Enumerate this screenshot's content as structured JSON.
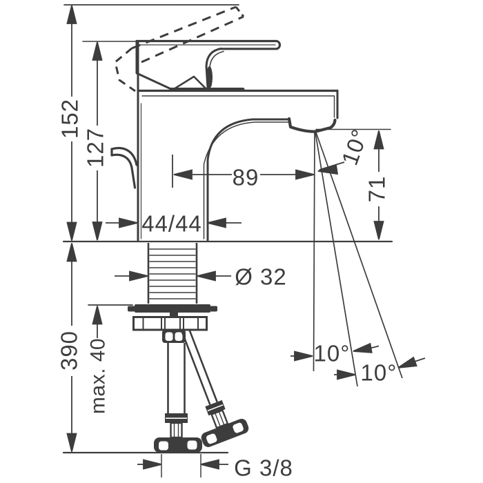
{
  "drawing": {
    "type": "technical-dimension-drawing",
    "subject": "single-lever basin mixer faucet, side view with mounting shank, supply hoses and spray angles",
    "units": "mm",
    "colors": {
      "line": "#3d3d3d",
      "background": "#ffffff"
    }
  },
  "dimensions": {
    "overall_height": "152",
    "handle_height": "127",
    "spout_reach": "89",
    "spout_height": "71",
    "body_width_depth": "44/44",
    "shank_diameter": "Ø 32",
    "hose_length": "390",
    "max_counter_thickness": "max. 40",
    "connection_thread": "G 3/8",
    "spray_angle_top": "10°",
    "spray_angle_mid": "10°",
    "spray_angle_outer": "10°"
  }
}
